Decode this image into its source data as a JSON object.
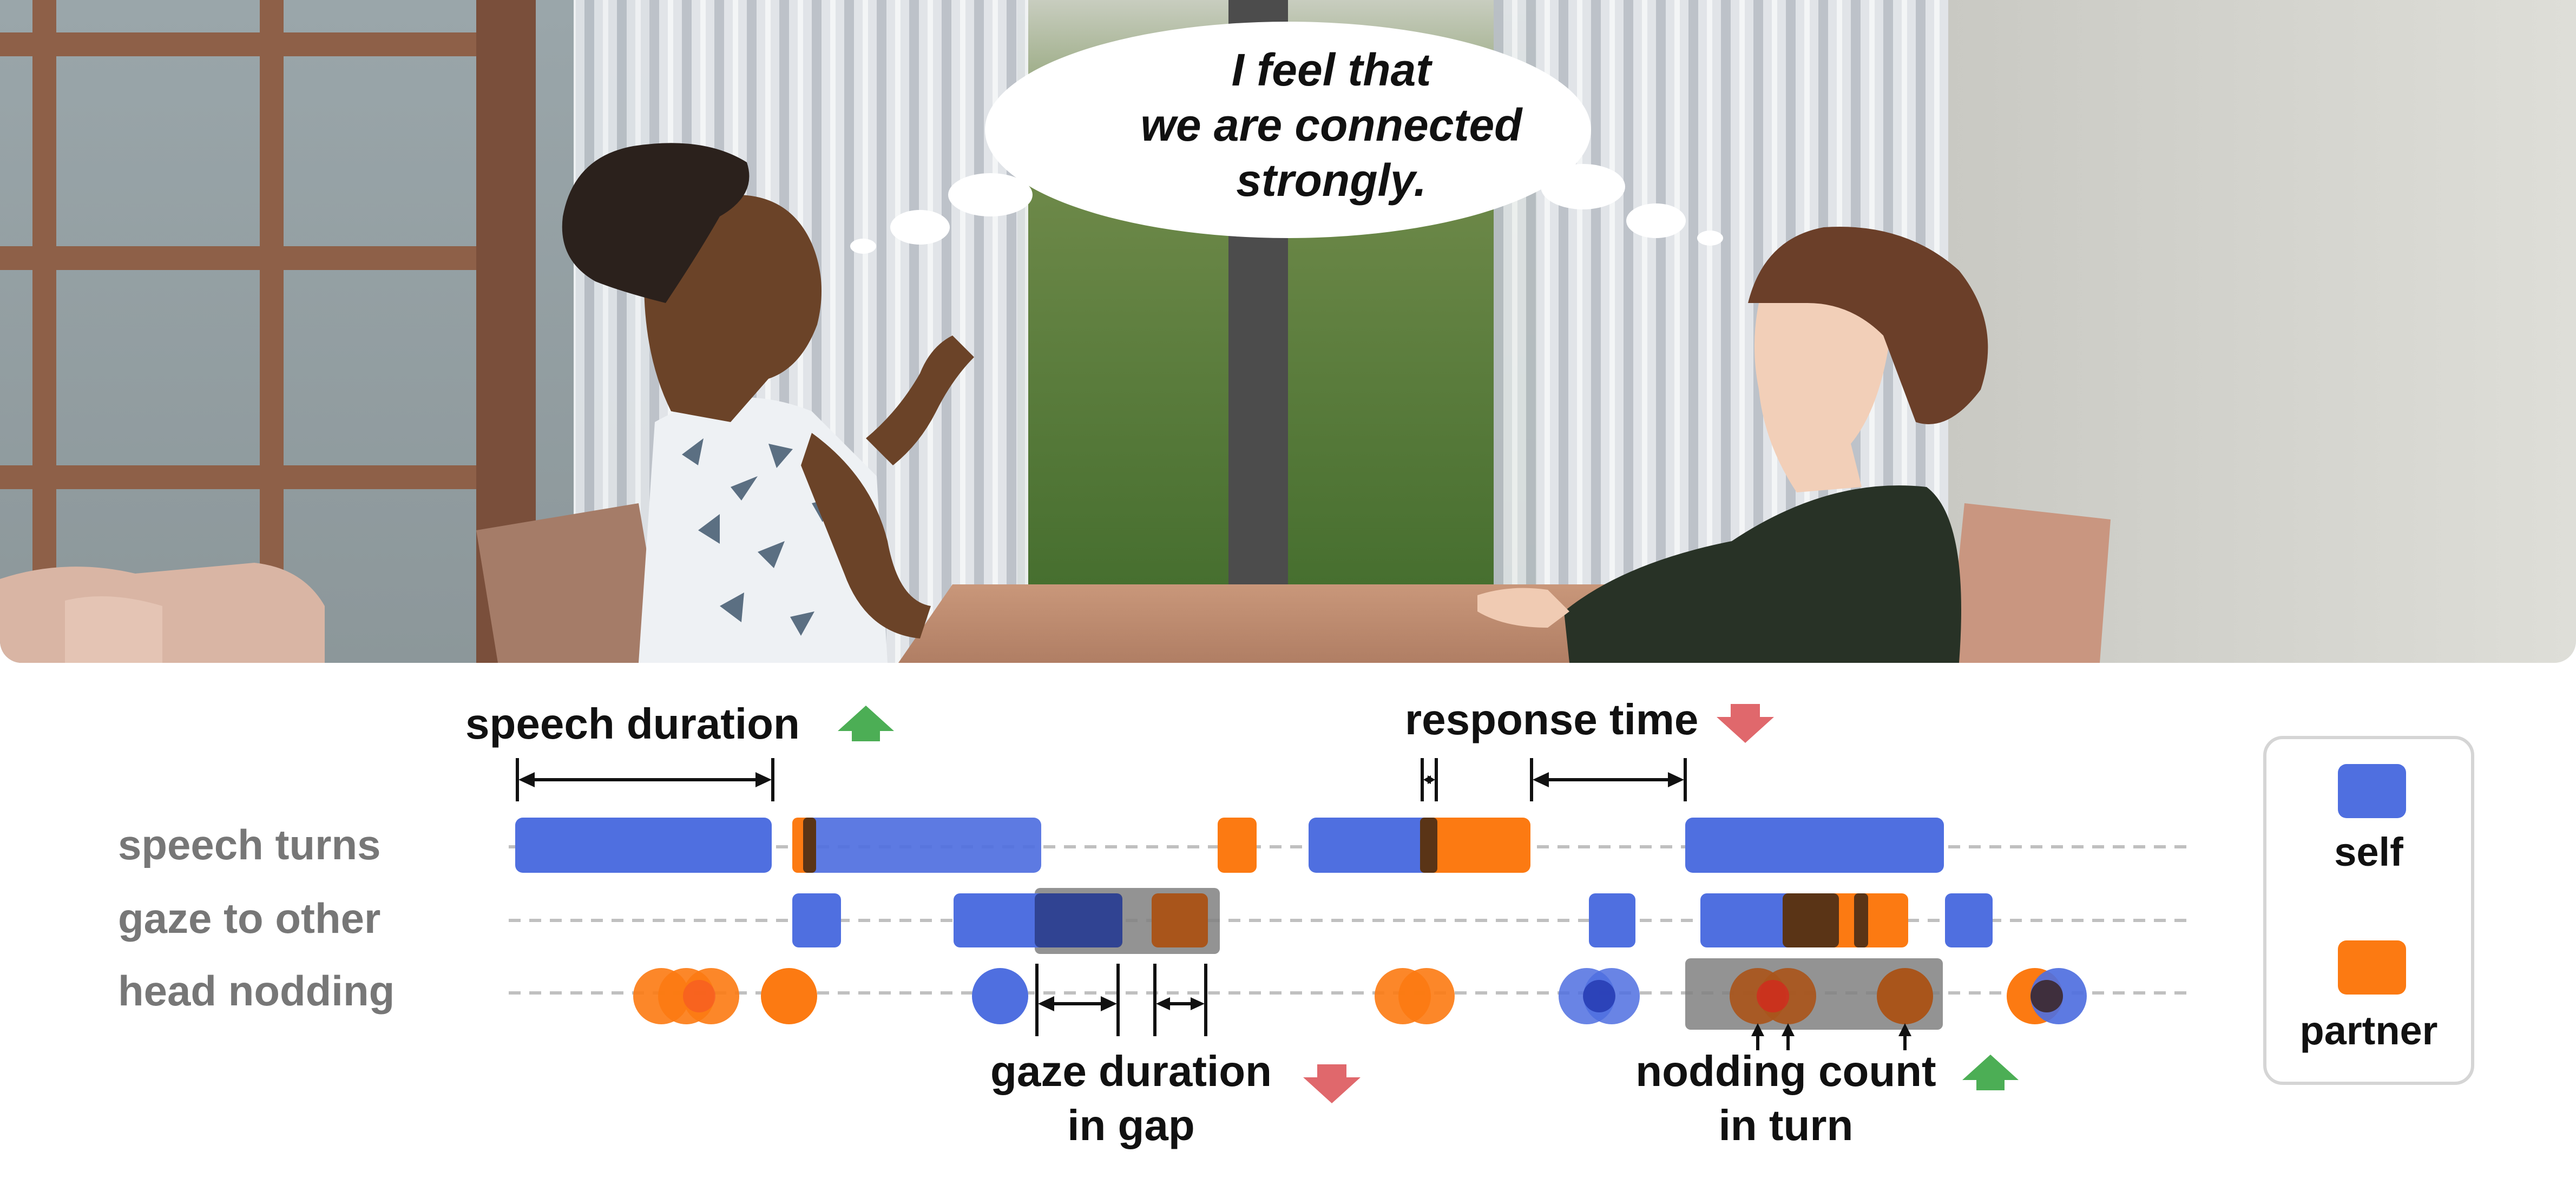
{
  "speech_bubble": {
    "lines": [
      "I feel that",
      "we are connected",
      "strongly."
    ]
  },
  "rows": {
    "speech": "speech turns",
    "gaze": "gaze to other",
    "nod": "head nodding"
  },
  "metrics": {
    "speech_duration": {
      "label": "speech duration",
      "trend": "up"
    },
    "response_time": {
      "label": "response time",
      "trend": "down"
    },
    "gaze_duration": {
      "line1": "gaze duration",
      "line2": "in gap",
      "trend": "down"
    },
    "nodding_count": {
      "line1": "nodding count",
      "line2": "in turn",
      "trend": "up"
    }
  },
  "legend": {
    "self": "self",
    "partner": "partner"
  },
  "colors": {
    "self": "#4f6fe0",
    "partner": "#fc7a12",
    "overlap": "#5a3416",
    "highlight": "#808080",
    "arrow_up": "#4cae55",
    "arrow_down": "#e0686c",
    "row_label": "#777777",
    "dash": "#c0c0c0"
  },
  "icons": {
    "trend_up": "arrow-up-icon",
    "trend_down": "arrow-down-icon"
  }
}
